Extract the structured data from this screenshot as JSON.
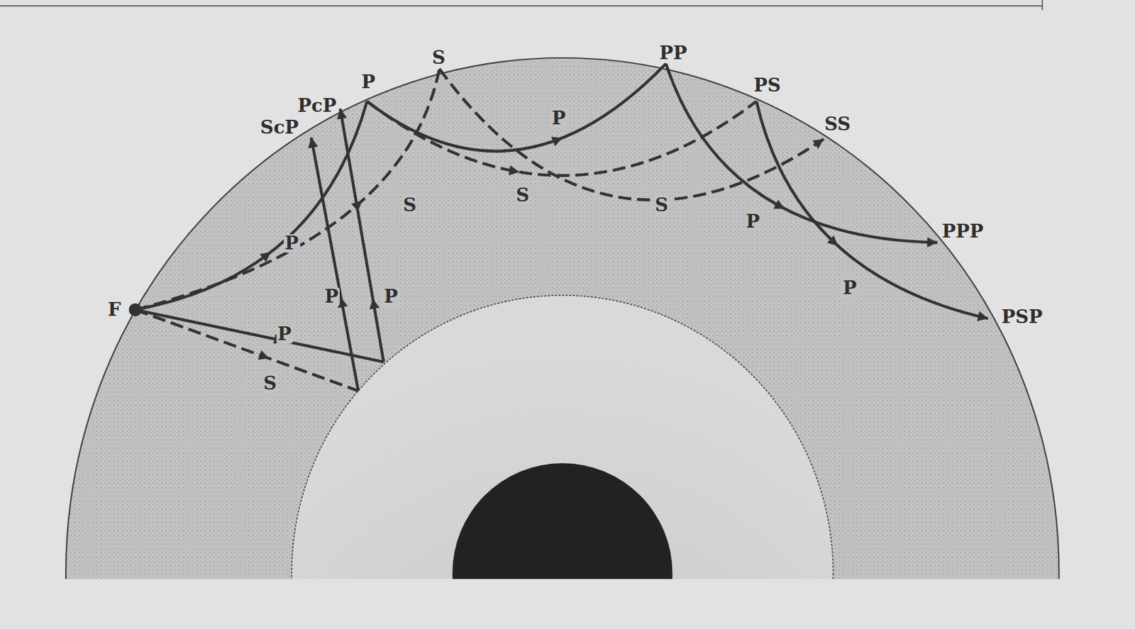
{
  "diagram": {
    "labels": [
      "F",
      "ScP",
      "PcP",
      "P",
      "S",
      "PP",
      "PS",
      "SS",
      "PPP",
      "PSP",
      "P",
      "S",
      "P",
      "S",
      "S",
      "P",
      "P",
      "P",
      "P",
      "P",
      "S"
    ]
  }
}
